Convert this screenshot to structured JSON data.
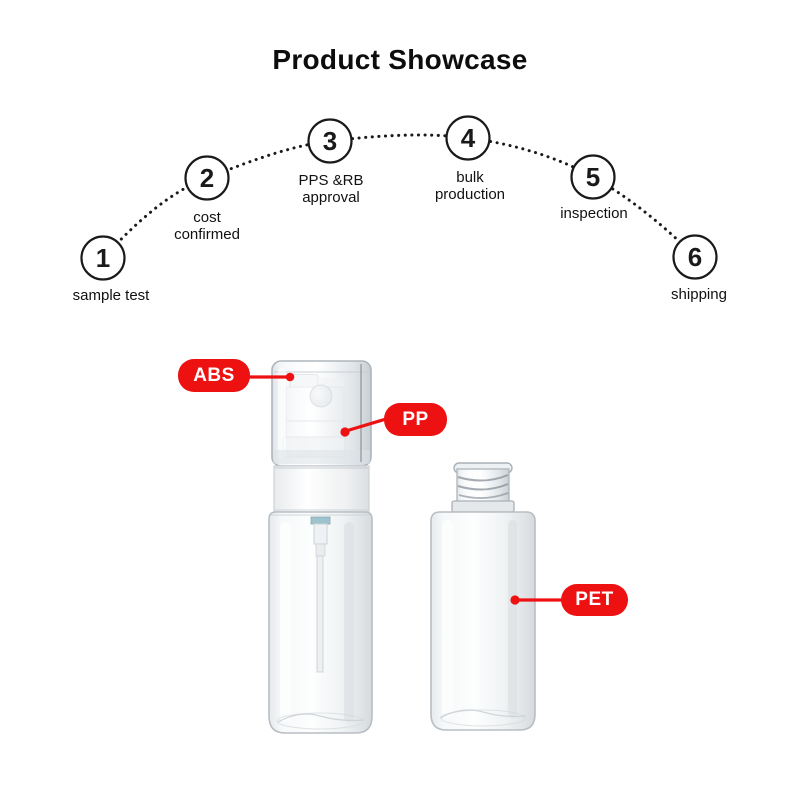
{
  "title": "Product Showcase",
  "colors": {
    "accent_red": "#ee1111",
    "ink": "#1a1a1a"
  },
  "process_flow": {
    "steps": [
      {
        "number": "1",
        "label_lines": [
          "sample test"
        ]
      },
      {
        "number": "2",
        "label_lines": [
          "cost",
          "confirmed"
        ]
      },
      {
        "number": "3",
        "label_lines": [
          "PPS &RB",
          "approval"
        ]
      },
      {
        "number": "4",
        "label_lines": [
          "bulk",
          "production"
        ]
      },
      {
        "number": "5",
        "label_lines": [
          "inspection"
        ]
      },
      {
        "number": "6",
        "label_lines": [
          "shipping"
        ]
      }
    ]
  },
  "materials": {
    "cap_label": "ABS",
    "pump_label": "PP",
    "bottle_label": "PET"
  }
}
